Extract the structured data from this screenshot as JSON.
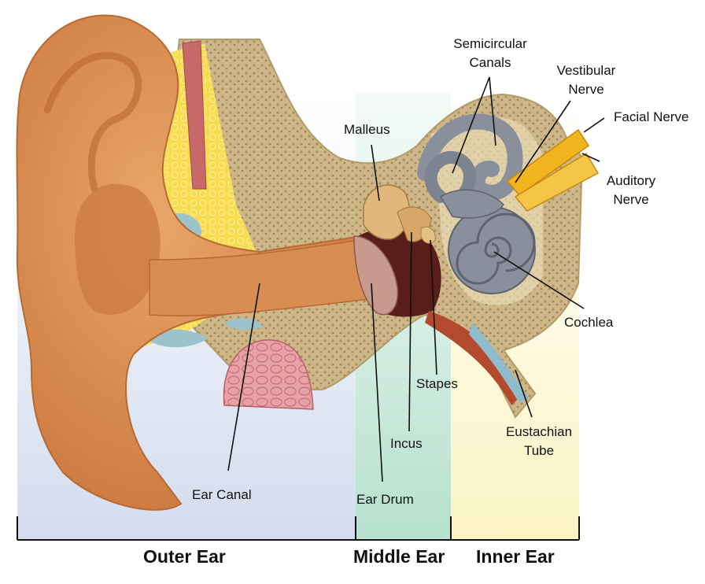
{
  "labels": {
    "semicircular_canals": [
      "Semicircular",
      "Canals"
    ],
    "vestibular_nerve": [
      "Vestibular",
      "Nerve"
    ],
    "facial_nerve": "Facial Nerve",
    "auditory_nerve": [
      "Auditory",
      "Nerve"
    ],
    "malleus": "Malleus",
    "cochlea": "Cochlea",
    "stapes": "Stapes",
    "eustachian_tube": [
      "Eustachian",
      "Tube"
    ],
    "incus": "Incus",
    "ear_canal": "Ear Canal",
    "ear_drum": "Ear Drum"
  },
  "regions": {
    "outer": "Outer Ear",
    "middle": "Middle Ear",
    "inner": "Inner Ear"
  },
  "colors": {
    "outer_bg": "#dfe6f2",
    "middle_bg": "#cbe8dc",
    "inner_bg": "#fbf7d6",
    "skin": "#d68a4f",
    "bone": "#c9b48a",
    "cartilage": "#f6d94a",
    "cochlea": "#8a8f9c",
    "nerve": "#f2b41e"
  }
}
